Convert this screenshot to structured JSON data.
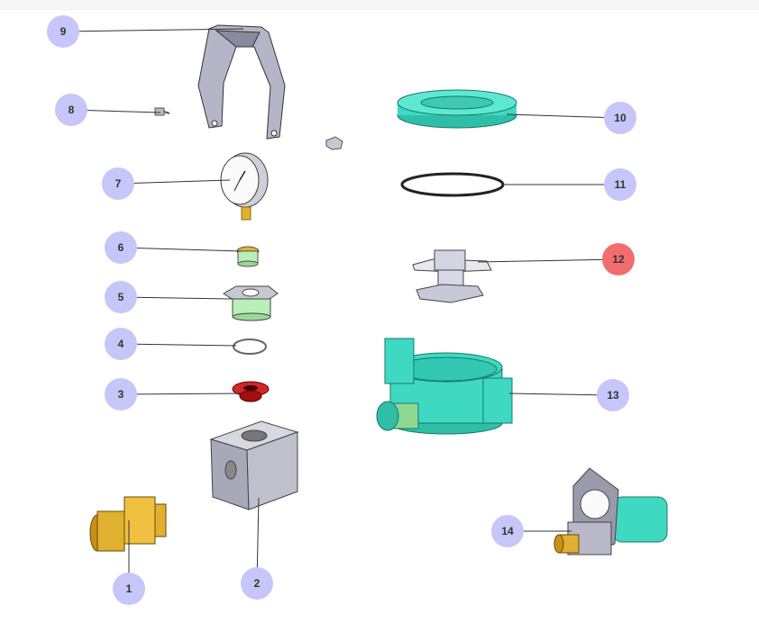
{
  "colors": {
    "callout_default": "#c6c6f8",
    "callout_selected": "#f26d6d",
    "leader": "#333333",
    "brass": "#e0b030",
    "teal": "#3fd9c2",
    "steel": "#b9b9cc",
    "green": "#b8f0b8",
    "red": "#c41e1e"
  },
  "callouts": [
    {
      "label": "1",
      "part": "brass-fitting",
      "selected": false
    },
    {
      "label": "2",
      "part": "valve-block",
      "selected": false
    },
    {
      "label": "3",
      "part": "red-seal",
      "selected": false
    },
    {
      "label": "4",
      "part": "small-o-ring",
      "selected": false
    },
    {
      "label": "5",
      "part": "large-bushing",
      "selected": false
    },
    {
      "label": "6",
      "part": "small-bushing",
      "selected": false
    },
    {
      "label": "7",
      "part": "pressure-gauge",
      "selected": false
    },
    {
      "label": "8",
      "part": "screw",
      "selected": false
    },
    {
      "label": "9",
      "part": "bracket",
      "selected": false
    },
    {
      "label": "10",
      "part": "teal-flange-ring",
      "selected": false
    },
    {
      "label": "11",
      "part": "large-o-ring",
      "selected": false
    },
    {
      "label": "12",
      "part": "impeller-spider",
      "selected": true
    },
    {
      "label": "13",
      "part": "teal-housing",
      "selected": false
    },
    {
      "label": "14",
      "part": "assembly",
      "selected": false
    }
  ]
}
